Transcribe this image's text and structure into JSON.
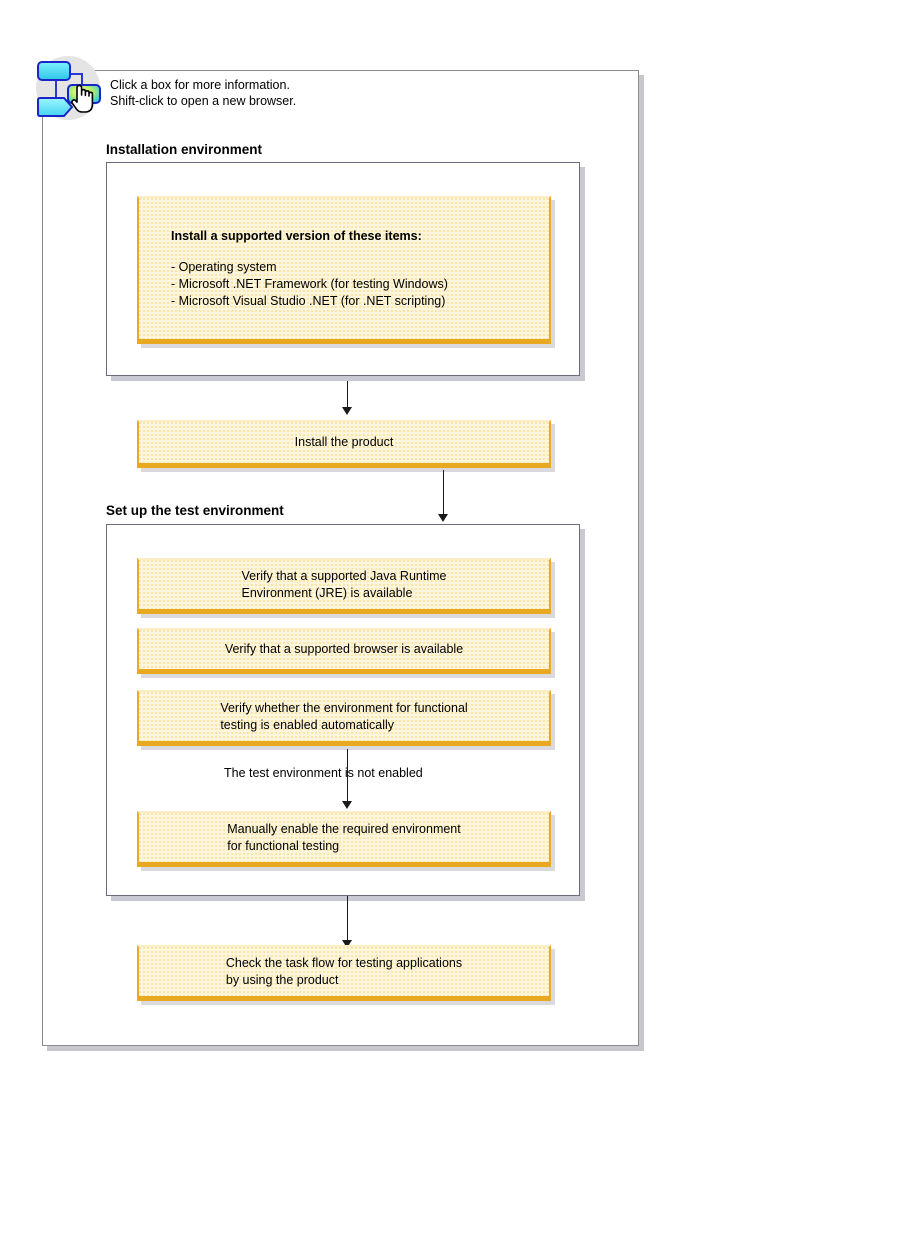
{
  "legend": {
    "icon_name": "clickable-flowchart-icon",
    "line1": "Click a box for more information.",
    "line2": "Shift-click to open a new browser."
  },
  "sections": [
    {
      "id": "installation",
      "heading": "Installation environment"
    },
    {
      "id": "test-setup",
      "heading": "Set up the test environment"
    }
  ],
  "boxes": {
    "prereqs": {
      "title": "Install a supported version of these items:",
      "items": "- Operating system\n- Microsoft .NET Framework (for testing Windows)\n- Microsoft Visual Studio .NET (for .NET scripting)"
    },
    "install_product": {
      "text": "Install the product"
    },
    "verify_jre": {
      "text": "Verify that a supported Java Runtime\nEnvironment (JRE) is available"
    },
    "verify_browser": {
      "text": "Verify that a supported browser is available"
    },
    "verify_auto_enable": {
      "text": "Verify whether the environment for functional\ntesting is enabled automatically"
    },
    "manual_enable": {
      "text": "Manually enable the required environment\nfor functional testing"
    },
    "check_task_flow": {
      "text": "Check the task flow for testing applications\nby using the product"
    }
  },
  "connector_labels": {
    "not_enabled": "The test environment is not enabled"
  },
  "colors": {
    "box_fill": "#fdf6dc",
    "box_border": "#eaa92a",
    "box_border_bottom": "#e8a81f",
    "frame_border": "#8a8a94",
    "section_border": "#6b6b7a",
    "connector": "#1a1a1a",
    "icon_box_fill": "#49d6ef",
    "icon_box_border": "#1a25c8",
    "icon_halo": "#e4e4e4"
  }
}
